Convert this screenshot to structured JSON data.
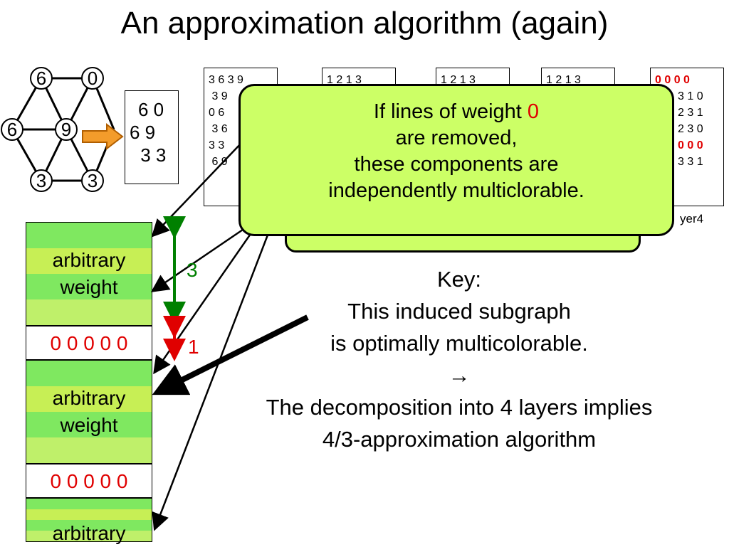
{
  "title": "An approximation algorithm (again)",
  "graph": {
    "nodes": [
      "6",
      "0",
      "6",
      "9",
      "3",
      "3"
    ]
  },
  "weights_box": [
    "6 0",
    "6 9",
    " 3 3"
  ],
  "matrices": [
    {
      "rows": [
        "3 6 3 9",
        " 3 9",
        "0 6",
        " 3 6",
        "3 3",
        " 6 9"
      ]
    },
    {
      "rows": [
        "1 2 1 3"
      ]
    },
    {
      "rows": [
        "1 2 1 3"
      ]
    },
    {
      "rows": [
        "1 2 1 3"
      ]
    },
    {
      "rows": [
        "0 0 0 0",
        "3 1 0",
        "2 3 1",
        "2 3 0",
        "0 0 0",
        "3 3 1"
      ],
      "red_rows": [
        0,
        4
      ]
    }
  ],
  "layer_label": "yer4",
  "column": {
    "arbitrary_1": "arbitrary",
    "weight_1": "weight",
    "zeros_1": "0 0 0 0 0",
    "arbitrary_2": "arbitrary",
    "weight_2": "weight",
    "zeros_2": "0 0 0 0 0",
    "arbitrary_3": "arbitrary"
  },
  "range_labels": {
    "green": "3",
    "red": "1"
  },
  "callout": {
    "line1_prefix": "If lines of weight ",
    "line1_value": "0",
    "line2": "are removed,",
    "line3": "these components are",
    "line4": "independently multiclorable."
  },
  "key": {
    "line1": "Key:",
    "line2": "This induced subgraph",
    "line3": "is optimally multicolorable.",
    "arrow": "→",
    "line4": "The decomposition into 4 layers implies",
    "line5": "4/3-approximation algorithm"
  },
  "colors": {
    "accent_green": "#008000",
    "accent_red": "#e00000",
    "callout_fill": "#ccff66",
    "band_green": "#7fe860"
  }
}
